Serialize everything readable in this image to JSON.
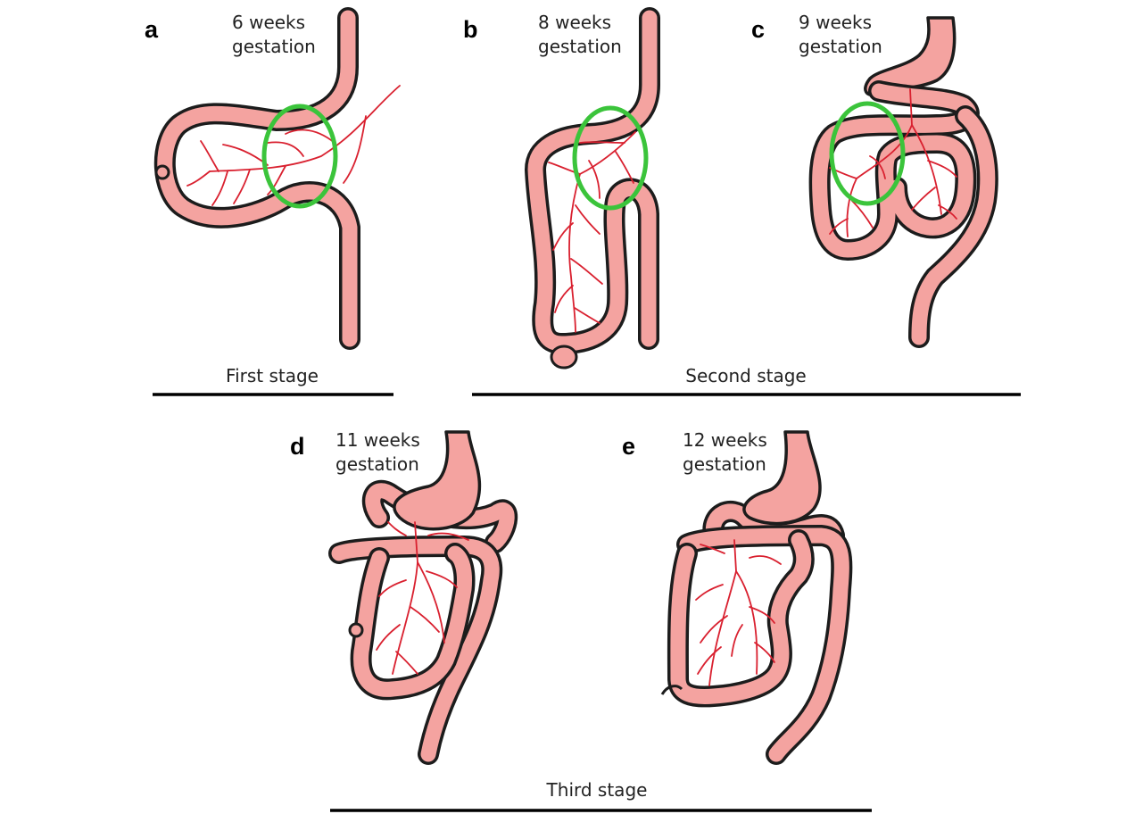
{
  "panels": [
    {
      "letter": "a",
      "weeks": "6 weeks",
      "sub": "gestation"
    },
    {
      "letter": "b",
      "weeks": "8 weeks",
      "sub": "gestation"
    },
    {
      "letter": "c",
      "weeks": "9 weeks",
      "sub": "gestation"
    },
    {
      "letter": "d",
      "weeks": "11 weeks",
      "sub": "gestation"
    },
    {
      "letter": "e",
      "weeks": "12 weeks",
      "sub": "gestation"
    }
  ],
  "stages": {
    "first": "First stage",
    "second": "Second stage",
    "third": "Third stage"
  },
  "colors": {
    "intestine_fill": "#f4a3a0",
    "outline": "#1c1c1c",
    "vessels": "#d9202f",
    "rotation_ring": "#3bc43b"
  }
}
